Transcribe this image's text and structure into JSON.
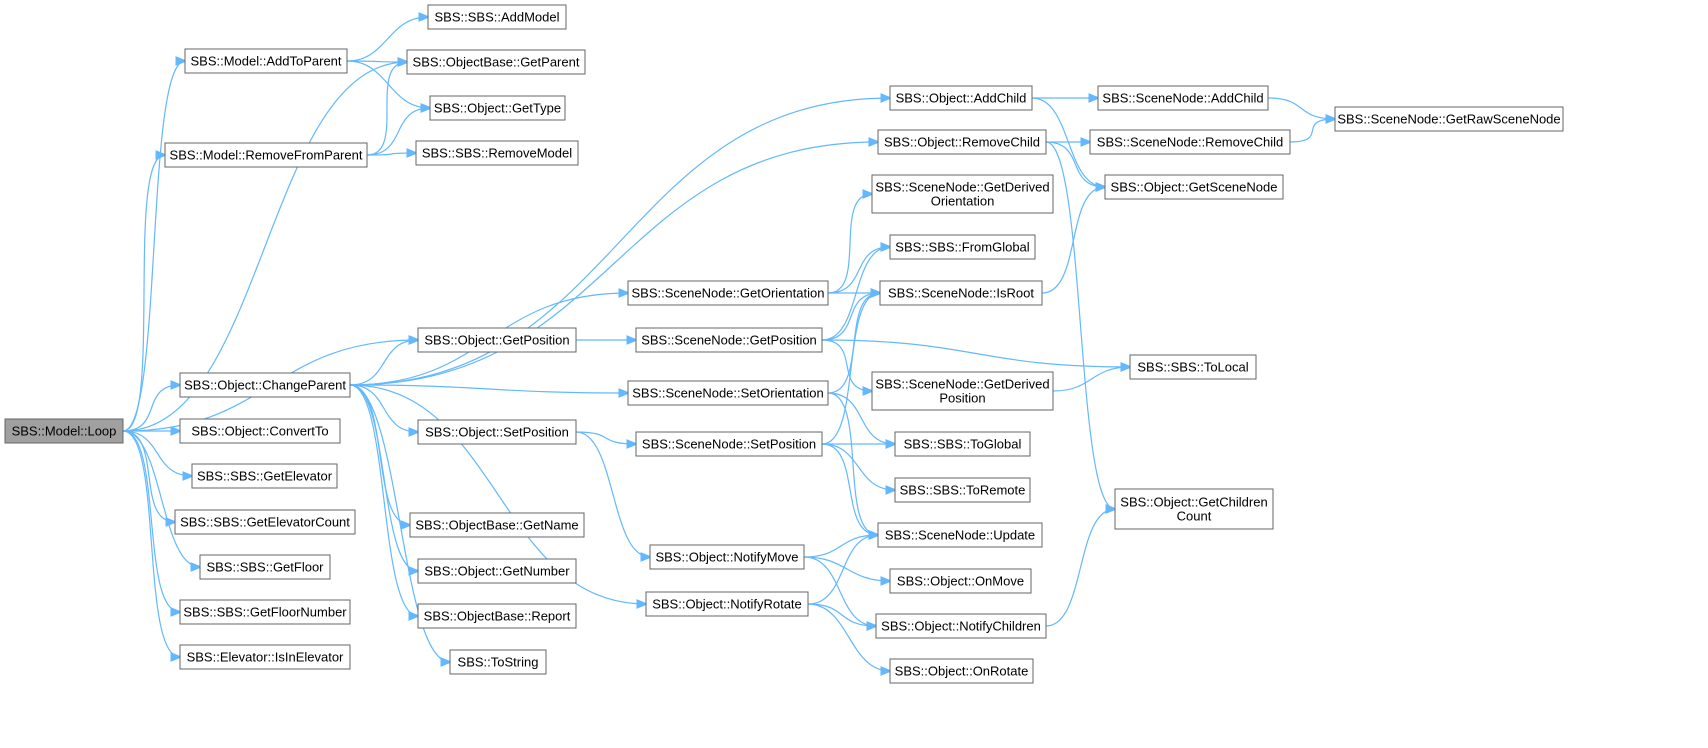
{
  "diagram": {
    "root": "loop",
    "colors": {
      "edge": "#63b8ff",
      "root_fill": "#a0a0a0",
      "node_fill": "#ffffff",
      "node_border": "#666666"
    },
    "nodes": [
      {
        "id": "loop",
        "label": "SBS::Model::Loop"
      },
      {
        "id": "m_addtoparent",
        "label": "SBS::Model::AddToParent"
      },
      {
        "id": "m_removefromparent",
        "label": "SBS::Model::RemoveFromParent"
      },
      {
        "id": "o_changeparent",
        "label": "SBS::Object::ChangeParent"
      },
      {
        "id": "o_convertto",
        "label": "SBS::Object::ConvertTo"
      },
      {
        "id": "s_getelevator",
        "label": "SBS::SBS::GetElevator"
      },
      {
        "id": "s_getelevatorcount",
        "label": "SBS::SBS::GetElevatorCount"
      },
      {
        "id": "s_getfloor",
        "label": "SBS::SBS::GetFloor"
      },
      {
        "id": "s_getfloornumber",
        "label": "SBS::SBS::GetFloorNumber"
      },
      {
        "id": "e_isinelevator",
        "label": "SBS::Elevator::IsInElevator"
      },
      {
        "id": "s_addmodel",
        "label": "SBS::SBS::AddModel"
      },
      {
        "id": "ob_getparent",
        "label": "SBS::ObjectBase::GetParent"
      },
      {
        "id": "o_gettype",
        "label": "SBS::Object::GetType"
      },
      {
        "id": "s_removemodel",
        "label": "SBS::SBS::RemoveModel"
      },
      {
        "id": "o_getposition",
        "label": "SBS::Object::GetPosition"
      },
      {
        "id": "o_setposition",
        "label": "SBS::Object::SetPosition"
      },
      {
        "id": "ob_getname",
        "label": "SBS::ObjectBase::GetName"
      },
      {
        "id": "o_getnumber",
        "label": "SBS::Object::GetNumber"
      },
      {
        "id": "ob_report",
        "label": "SBS::ObjectBase::Report"
      },
      {
        "id": "tostring",
        "label": "SBS::ToString"
      },
      {
        "id": "o_addchild",
        "label": "SBS::Object::AddChild"
      },
      {
        "id": "o_removechild",
        "label": "SBS::Object::RemoveChild"
      },
      {
        "id": "sn_getorientation",
        "label": "SBS::SceneNode::GetOrientation"
      },
      {
        "id": "sn_getposition",
        "label": "SBS::SceneNode::GetPosition"
      },
      {
        "id": "sn_setorientation",
        "label": "SBS::SceneNode::SetOrientation"
      },
      {
        "id": "sn_setposition",
        "label": "SBS::SceneNode::SetPosition"
      },
      {
        "id": "o_notifymove",
        "label": "SBS::Object::NotifyMove"
      },
      {
        "id": "o_notifyrotate",
        "label": "SBS::Object::NotifyRotate"
      },
      {
        "id": "sn_getderivedorientation",
        "label": "SBS::SceneNode::GetDerived\nOrientation"
      },
      {
        "id": "s_fromglobal",
        "label": "SBS::SBS::FromGlobal"
      },
      {
        "id": "sn_isroot",
        "label": "SBS::SceneNode::IsRoot"
      },
      {
        "id": "sn_getderivedposition",
        "label": "SBS::SceneNode::GetDerived\nPosition"
      },
      {
        "id": "s_toglobal",
        "label": "SBS::SBS::ToGlobal"
      },
      {
        "id": "s_toremote",
        "label": "SBS::SBS::ToRemote"
      },
      {
        "id": "sn_update",
        "label": "SBS::SceneNode::Update"
      },
      {
        "id": "o_onmove",
        "label": "SBS::Object::OnMove"
      },
      {
        "id": "o_notifychildren",
        "label": "SBS::Object::NotifyChildren"
      },
      {
        "id": "o_onrotate",
        "label": "SBS::Object::OnRotate"
      },
      {
        "id": "sn_addchild",
        "label": "SBS::SceneNode::AddChild"
      },
      {
        "id": "sn_removechild",
        "label": "SBS::SceneNode::RemoveChild"
      },
      {
        "id": "o_getscenenode",
        "label": "SBS::Object::GetSceneNode"
      },
      {
        "id": "s_tolocal",
        "label": "SBS::SBS::ToLocal"
      },
      {
        "id": "o_getchildrencount",
        "label": "SBS::Object::GetChildren\nCount"
      },
      {
        "id": "sn_getrawscenenode",
        "label": "SBS::SceneNode::GetRawSceneNode"
      }
    ],
    "edges": [
      [
        "loop",
        "m_addtoparent"
      ],
      [
        "loop",
        "ob_getparent"
      ],
      [
        "loop",
        "m_removefromparent"
      ],
      [
        "loop",
        "o_changeparent"
      ],
      [
        "loop",
        "o_getposition"
      ],
      [
        "loop",
        "o_convertto"
      ],
      [
        "loop",
        "s_getelevator"
      ],
      [
        "loop",
        "s_getelevatorcount"
      ],
      [
        "loop",
        "s_getfloor"
      ],
      [
        "loop",
        "s_getfloornumber"
      ],
      [
        "loop",
        "e_isinelevator"
      ],
      [
        "m_addtoparent",
        "s_addmodel"
      ],
      [
        "m_addtoparent",
        "ob_getparent"
      ],
      [
        "m_addtoparent",
        "o_gettype"
      ],
      [
        "m_removefromparent",
        "ob_getparent"
      ],
      [
        "m_removefromparent",
        "o_gettype"
      ],
      [
        "m_removefromparent",
        "s_removemodel"
      ],
      [
        "o_changeparent",
        "o_addchild"
      ],
      [
        "o_changeparent",
        "o_removechild"
      ],
      [
        "o_changeparent",
        "sn_getorientation"
      ],
      [
        "o_changeparent",
        "o_getposition"
      ],
      [
        "o_changeparent",
        "sn_setorientation"
      ],
      [
        "o_changeparent",
        "o_setposition"
      ],
      [
        "o_changeparent",
        "ob_getname"
      ],
      [
        "o_changeparent",
        "o_getnumber"
      ],
      [
        "o_changeparent",
        "ob_report"
      ],
      [
        "o_changeparent",
        "tostring"
      ],
      [
        "o_changeparent",
        "o_notifyrotate"
      ],
      [
        "o_getposition",
        "sn_getposition"
      ],
      [
        "o_setposition",
        "sn_setposition"
      ],
      [
        "o_setposition",
        "o_notifymove"
      ],
      [
        "o_addchild",
        "sn_addchild"
      ],
      [
        "o_addchild",
        "o_getscenenode"
      ],
      [
        "o_removechild",
        "sn_removechild"
      ],
      [
        "o_removechild",
        "o_getscenenode"
      ],
      [
        "o_removechild",
        "o_getchildrencount"
      ],
      [
        "sn_getorientation",
        "sn_getderivedorientation"
      ],
      [
        "sn_getorientation",
        "s_fromglobal"
      ],
      [
        "sn_getorientation",
        "sn_isroot"
      ],
      [
        "sn_getposition",
        "s_fromglobal"
      ],
      [
        "sn_getposition",
        "sn_isroot"
      ],
      [
        "sn_getposition",
        "s_tolocal"
      ],
      [
        "sn_getposition",
        "sn_getderivedposition"
      ],
      [
        "sn_setorientation",
        "sn_isroot"
      ],
      [
        "sn_setorientation",
        "s_toglobal"
      ],
      [
        "sn_setorientation",
        "sn_update"
      ],
      [
        "sn_setposition",
        "sn_isroot"
      ],
      [
        "sn_setposition",
        "s_toglobal"
      ],
      [
        "sn_setposition",
        "s_toremote"
      ],
      [
        "sn_setposition",
        "sn_update"
      ],
      [
        "o_notifymove",
        "sn_update"
      ],
      [
        "o_notifymove",
        "o_onmove"
      ],
      [
        "o_notifymove",
        "o_notifychildren"
      ],
      [
        "o_notifyrotate",
        "sn_update"
      ],
      [
        "o_notifyrotate",
        "o_notifychildren"
      ],
      [
        "o_notifyrotate",
        "o_onrotate"
      ],
      [
        "sn_isroot",
        "o_getscenenode"
      ],
      [
        "sn_getderivedposition",
        "s_tolocal"
      ],
      [
        "sn_addchild",
        "sn_getrawscenenode"
      ],
      [
        "sn_removechild",
        "sn_getrawscenenode"
      ],
      [
        "o_notifychildren",
        "o_getchildrencount"
      ]
    ]
  }
}
